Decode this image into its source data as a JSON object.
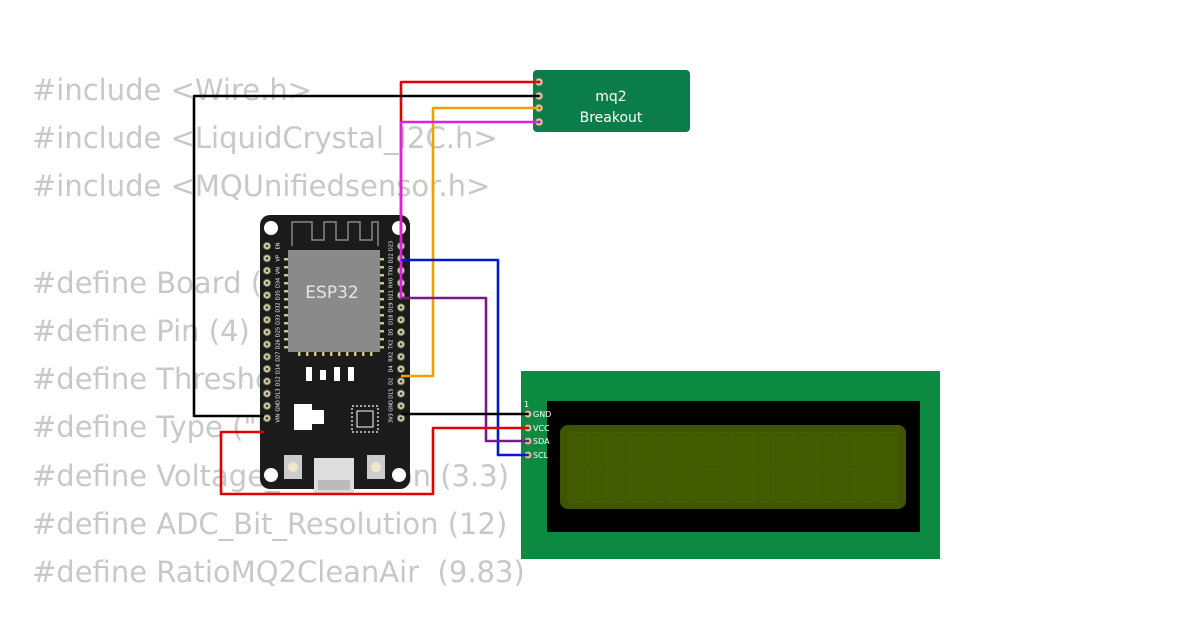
{
  "code_lines": [
    "#include <Wire.h>",
    "#include <LiquidCrystal_I2C.h>",
    "#include <MQUnifiedsensor.h>",
    "",
    "#define Board (\"ESP-32\")",
    "#define Pin (4)",
    "#define Threshold (500)",
    "#define Type (\"MQ-2\")",
    "#define Voltage_Resolution (3.3)",
    "#define ADC_Bit_Resolution (12)",
    "#define RatioMQ2CleanAir  (9.83)"
  ],
  "esp32": {
    "label": "ESP32",
    "left_pins": [
      "EN",
      "VP",
      "VN",
      "D34",
      "D35",
      "D32",
      "D33",
      "D25",
      "D26",
      "D27",
      "D14",
      "D12",
      "D13",
      "GND",
      "VIN"
    ],
    "right_pins": [
      "D23",
      "D22",
      "TX0",
      "RX0",
      "D21",
      "D19",
      "D18",
      "D5",
      "TX2",
      "RX2",
      "D4",
      "D2",
      "D15",
      "GND",
      "3V3"
    ]
  },
  "mq2": {
    "line1": "mq2",
    "line2": "Breakout"
  },
  "lcd": {
    "pin_number": "1",
    "pins": [
      "GND",
      "VCC",
      "SDA",
      "SCL"
    ]
  },
  "colors": {
    "code_text": "#c8c8c8",
    "esp32_board": "#1b1b1b",
    "esp32_chip": "#8a8a8a",
    "mq2_board": "#0b7d4a",
    "lcd_board": "#0d8a42",
    "lcd_screen": "#3f5500",
    "wire_red": "#e00000",
    "wire_black": "#000000",
    "wire_orange": "#f0a000",
    "wire_magenta": "#e020e0",
    "wire_blue": "#0018d0",
    "wire_purple": "#7a1a8a"
  }
}
